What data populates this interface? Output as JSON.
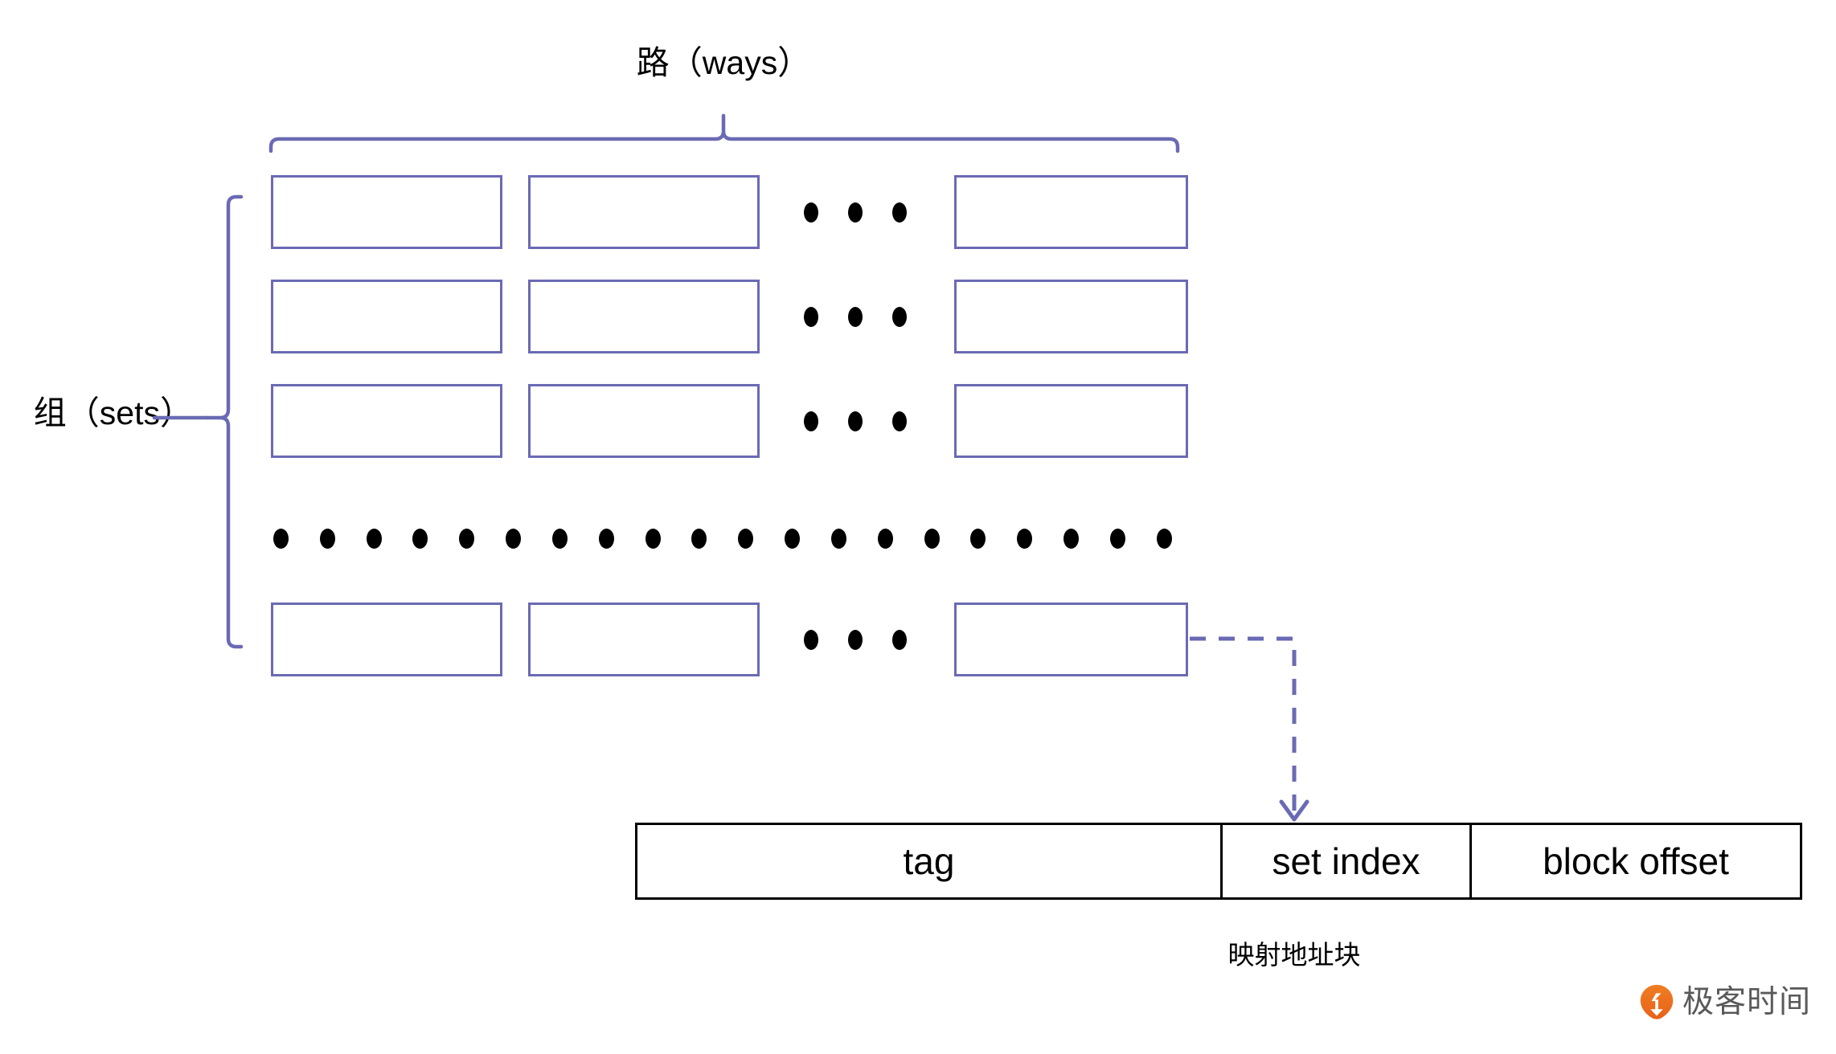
{
  "diagram": {
    "title_top": "路（ways）",
    "label_left": "组（sets）",
    "caption": "映射地址块",
    "colors": {
      "cell_border": "#6a6ab4",
      "brace": "#6a6ab4",
      "dashed_arrow": "#6a6ab4",
      "address_border": "#000000",
      "dot": "#000000",
      "watermark_logo": "#ee7824",
      "watermark_text": "#595959"
    },
    "grid": {
      "columns": 3,
      "rows": 4,
      "column_ellipsis_dots": 3,
      "separator_row_dots": 20,
      "cells_empty": true
    },
    "address_block": {
      "segments": [
        {
          "label": "tag"
        },
        {
          "label": "set index"
        },
        {
          "label": "block offset"
        }
      ]
    }
  },
  "watermark": {
    "text": "极客时间",
    "logo_icon": "geekbang-circle-icon"
  }
}
